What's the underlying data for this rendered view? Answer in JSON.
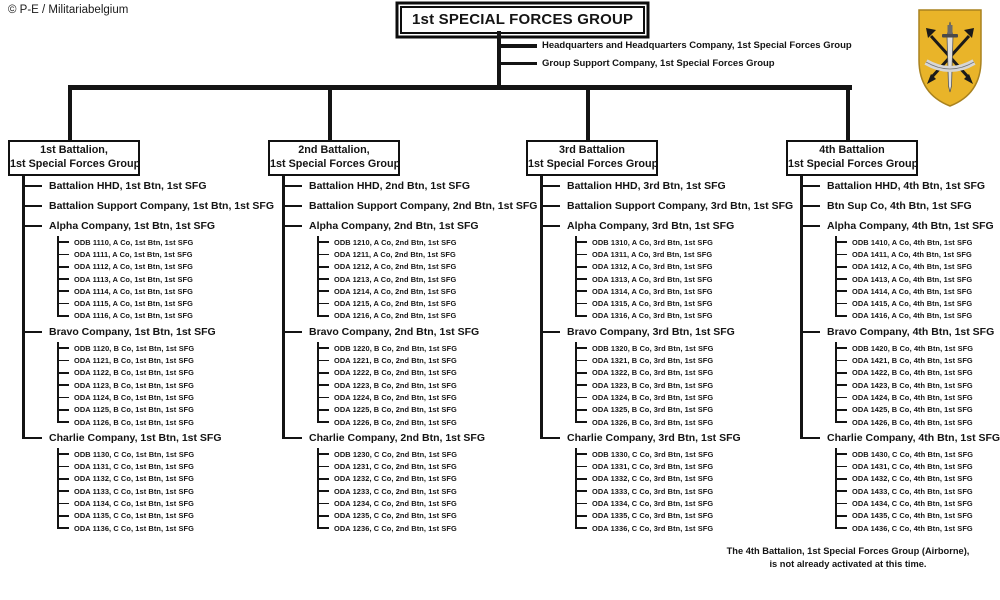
{
  "copyright": "© P-E / Militariabelgium",
  "root": {
    "title": "1st SPECIAL FORCES GROUP",
    "attached_units": [
      "Headquarters and Headquarters Company,  1st Special Forces Group",
      "Group Support Company,  1st Special Forces Group"
    ]
  },
  "badge": {
    "name": "1st Special Forces Group beret flash",
    "flash_color": "#E9B429",
    "crest_color": "#1a1a1a"
  },
  "battalions": [
    {
      "name_line1": "1st Battalion,",
      "name_line2": "1st Special Forces Group",
      "units": [
        {
          "label": "Battalion HHD,  1st Btn, 1st SFG"
        },
        {
          "label": "Battalion  Support Company, 1st Btn,  1st SFG"
        },
        {
          "label": "Alpha Company, 1st Btn,  1st SFG",
          "teams": [
            "ODB 1110, A Co, 1st Btn,  1st SFG",
            "ODA 1111, A Co, 1st Btn,  1st SFG",
            "ODA 1112, A Co, 1st Btn,  1st SFG",
            "ODA 1113, A Co, 1st Btn,  1st SFG",
            "ODA 1114, A Co, 1st Btn,  1st SFG",
            "ODA 1115, A Co, 1st Btn,  1st SFG",
            "ODA 1116, A Co, 1st Btn,  1st SFG"
          ]
        },
        {
          "label": "Bravo Company, 1st Btn, 1st SFG",
          "teams": [
            "ODB 1120, B Co, 1st Btn,  1st SFG",
            "ODA 1121, B Co, 1st Btn,  1st SFG",
            "ODA 1122, B Co, 1st Btn,  1st SFG",
            "ODA 1123, B Co, 1st Btn,  1st SFG",
            "ODA 1124, B Co, 1st Btn,  1st SFG",
            "ODA 1125, B Co, 1st Btn,  1st SFG",
            "ODA 1126, B Co, 1st Btn,  1st SFG"
          ]
        },
        {
          "label": "Charlie Company, 1st Btn,  1st SFG",
          "teams": [
            "ODB 1130, C Co, 1st Btn,  1st SFG",
            "ODA 1131, C Co, 1st Btn,  1st SFG",
            "ODA 1132, C Co, 1st Btn,  1st SFG",
            "ODA 1133, C Co, 1st Btn,  1st SFG",
            "ODA 1134, C Co, 1st Btn,  1st SFG",
            "ODA 1135, C Co, 1st Btn,  1st SFG",
            "ODA 1136, C Co, 1st Btn,  1st SFG"
          ]
        }
      ]
    },
    {
      "name_line1": "2nd Battalion,",
      "name_line2": "1st Special Forces Group",
      "units": [
        {
          "label": "Battalion HHD,  2nd Btn, 1st SFG"
        },
        {
          "label": "Battalion  Support Company, 2nd Btn,  1st SFG"
        },
        {
          "label": "Alpha Company, 2nd Btn,  1st SFG",
          "teams": [
            "ODB 1210, A Co, 2nd Btn,  1st SFG",
            "ODA 1211, A Co, 2nd Btn,  1st SFG",
            "ODA 1212, A Co, 2nd Btn,  1st SFG",
            "ODA 1213, A Co, 2nd Btn,  1st SFG",
            "ODA 1214, A Co, 2nd Btn,  1st SFG",
            "ODA 1215, A Co, 2nd Btn,  1st SFG",
            "ODA 1216, A Co, 2nd Btn,  1st SFG"
          ]
        },
        {
          "label": "Bravo Company, 2nd Btn,  1st SFG",
          "teams": [
            "ODB 1220, B Co, 2nd Btn,  1st SFG",
            "ODA 1221, B Co, 2nd Btn,  1st SFG",
            "ODA 1222, B Co, 2nd Btn,  1st SFG",
            "ODA 1223, B Co, 2nd Btn,  1st SFG",
            "ODA 1224, B Co, 2nd Btn,  1st SFG",
            "ODA 1225, B Co, 2nd Btn,  1st SFG",
            "ODA 1226, B Co, 2nd Btn,  1st SFG"
          ]
        },
        {
          "label": "Charlie Company, 2nd Btn, 1st SFG",
          "teams": [
            "ODB 1230, C Co, 2nd Btn,  1st SFG",
            "ODA 1231, C Co, 2nd Btn,  1st SFG",
            "ODA 1232, C Co, 2nd Btn,  1st SFG",
            "ODA 1233, C Co, 2nd Btn,  1st SFG",
            "ODA 1234, C Co, 2nd Btn,  1st SFG",
            "ODA 1235, C Co, 2nd Btn,  1st SFG",
            "ODA 1236, C Co, 2nd Btn,  1st SFG"
          ]
        }
      ]
    },
    {
      "name_line1": "3rd Battalion",
      "name_line2": "1st Special Forces Group",
      "units": [
        {
          "label": "Battalion HHD,  3rd Btn, 1st SFG"
        },
        {
          "label": "Battalion  Support Company, 3rd Btn,  1st SFG"
        },
        {
          "label": "Alpha Company, 3rd Btn,  1st SFG",
          "teams": [
            "ODB 1310, A Co, 3rd Btn,  1st SFG",
            "ODA 1311, A Co, 3rd Btn,  1st SFG",
            "ODA 1312, A Co, 3rd Btn,  1st SFG",
            "ODA 1313, A Co, 3rd Btn,  1st SFG",
            "ODA 1314, A Co, 3rd Btn,  1st SFG",
            "ODA 1315, A Co, 3rd Btn,  1st SFG",
            "ODA 1316, A Co, 3rd Btn,  1st SFG"
          ]
        },
        {
          "label": "Bravo Company, 3rd Btn, 1st SFG",
          "teams": [
            "ODB 1320, B Co, 3rd Btn,  1st SFG",
            "ODA 1321, B Co, 3rd Btn,  1st SFG",
            "ODA 1322, B Co, 3rd Btn,  1st SFG",
            "ODA 1323, B Co, 3rd Btn,  1st SFG",
            "ODA 1324, B Co, 3rd Btn,  1st SFG",
            "ODA 1325, B Co, 3rd Btn,  1st SFG",
            "ODA 1326, B Co, 3rd Btn,  1st SFG"
          ]
        },
        {
          "label": "Charlie Company, 3rd Btn,  1st SFG",
          "teams": [
            "ODB 1330, C Co, 3rd Btn,  1st SFG",
            "ODA 1331, C Co, 3rd Btn,  1st SFG",
            "ODA 1332, C Co, 3rd Btn,  1st SFG",
            "ODA 1333, C Co, 3rd Btn,  1st SFG",
            "ODA 1334, C Co, 3rd Btn,  1st SFG",
            "ODA 1335, C Co, 3rd Btn,  1st SFG",
            "ODA 1336, C Co, 3rd Btn,  1st SFG"
          ]
        }
      ]
    },
    {
      "name_line1": "4th Battalion",
      "name_line2": "1st Special Forces Group",
      "units": [
        {
          "label": "Battalion HHD,  4th Btn, 1st SFG"
        },
        {
          "label": "Btn  Sup Co, 4th Btn,  1st SFG"
        },
        {
          "label": "Alpha Company, 4th Btn,  1st SFG",
          "teams": [
            "ODB 1410, A Co, 4th Btn,  1st SFG",
            "ODA 1411, A Co, 4th Btn,  1st SFG",
            "ODA 1412, A Co, 4th Btn,  1st SFG",
            "ODA 1413, A Co, 4th Btn,  1st SFG",
            "ODA 1414, A Co, 4th Btn,  1st SFG",
            "ODA 1415, A Co, 4th Btn,  1st SFG",
            "ODA 1416, A Co, 4th Btn,  1st SFG"
          ]
        },
        {
          "label": "Bravo Company, 4th Btn,  1st SFG",
          "teams": [
            "ODB 1420, B Co, 4th Btn,  1st SFG",
            "ODA 1421, B Co, 4th Btn,  1st SFG",
            "ODA 1422, B Co, 4th Btn,  1st SFG",
            "ODA 1423, B Co, 4th Btn,  1st SFG",
            "ODA 1424, B Co, 4th Btn,  1st SFG",
            "ODA 1425, B Co, 4th Btn,  1st SFG",
            "ODA 1426, B Co, 4th Btn,  1st SFG"
          ]
        },
        {
          "label": "Charlie Company, 4th Btn,  1st SFG",
          "teams": [
            "ODB 1430, C Co, 4th Btn,  1st SFG",
            "ODA 1431, C Co, 4th Btn,  1st SFG",
            "ODA 1432, C Co, 4th Btn,  1st SFG",
            "ODA 1433, C Co, 4th Btn,  1st SFG",
            "ODA 1434, C Co, 4th Btn,  1st SFG",
            "ODA 1435, C Co, 4th Btn,  1st SFG",
            "ODA 1436, C Co, 4th Btn,  1st SFG"
          ]
        }
      ]
    }
  ],
  "footnote": {
    "line1": "The 4th Battalion, 1st Special Forces Group (Airborne),",
    "line2": "is not already activated at this time."
  }
}
